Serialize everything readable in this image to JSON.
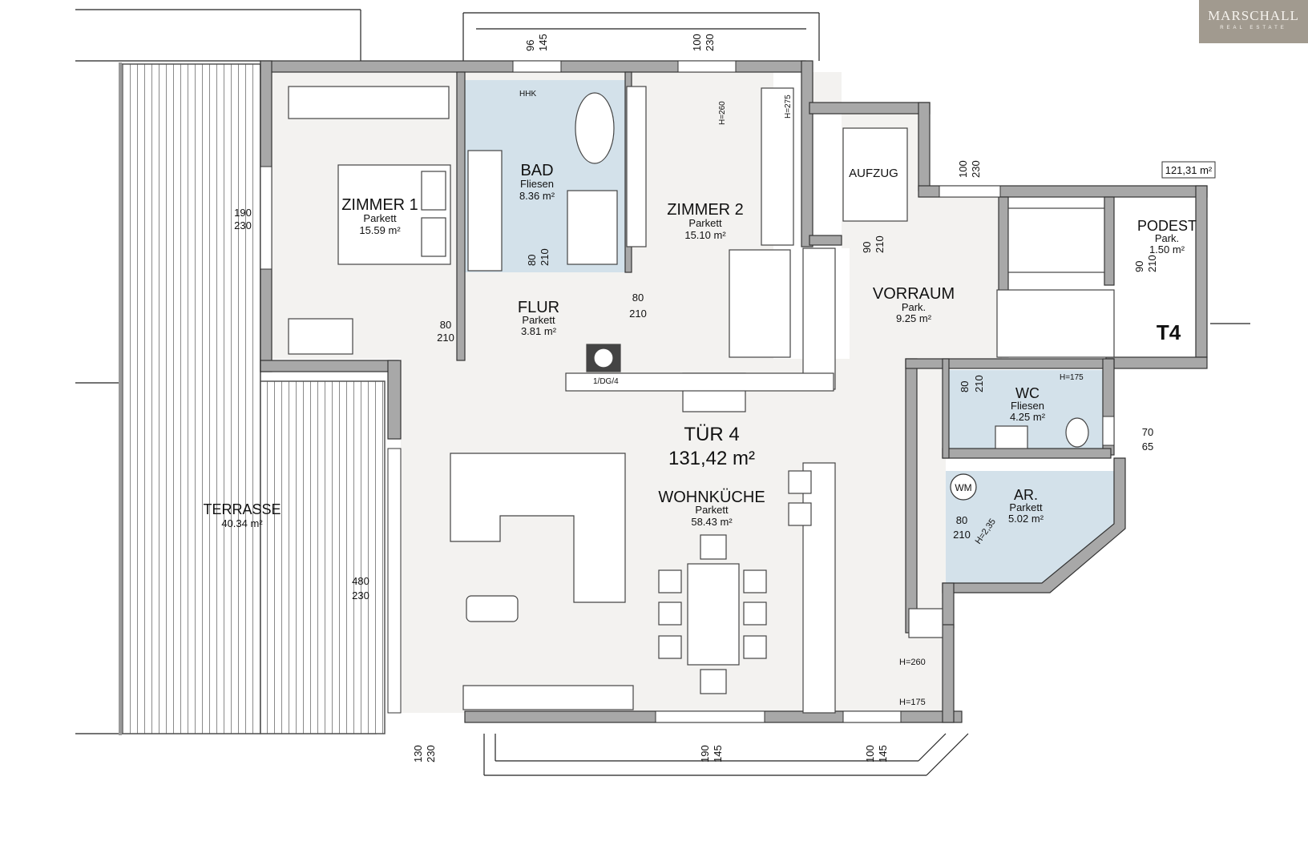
{
  "logo": {
    "brand": "MARSCHALL",
    "tagline": "REAL ESTATE"
  },
  "unit": {
    "name": "TÜR 4",
    "area": "131,42 m²"
  },
  "total_area_box": "121,31 m²",
  "stair_label": "T4",
  "door_code": "1/DG/4",
  "rooms": {
    "zimmer1": {
      "name": "ZIMMER 1",
      "floor": "Parkett",
      "area": "15.59 m²"
    },
    "zimmer2": {
      "name": "ZIMMER 2",
      "floor": "Parkett",
      "area": "15.10 m²"
    },
    "bad": {
      "name": "BAD",
      "floor": "Fliesen",
      "area": "8.36 m²"
    },
    "flur": {
      "name": "FLUR",
      "floor": "Parkett",
      "area": "3.81 m²"
    },
    "vorraum": {
      "name": "VORRAUM",
      "floor": "Park.",
      "area": "9.25 m²"
    },
    "podest": {
      "name": "PODEST",
      "floor": "Park.",
      "area": "1.50 m²"
    },
    "wc": {
      "name": "WC",
      "floor": "Fliesen",
      "area": "4.25 m²"
    },
    "ar": {
      "name": "AR.",
      "floor": "Parkett",
      "area": "5.02 m²"
    },
    "wohnkueche": {
      "name": "WOHNKÜCHE",
      "floor": "Parkett",
      "area": "58.43 m²"
    },
    "terrasse": {
      "name": "TERRASSE",
      "area": "40.34 m²"
    },
    "aufzug": {
      "name": "AUFZUG"
    }
  },
  "fixture_labels": {
    "hhk": "HHK",
    "wm": "WM",
    "h260_z2": "H=260",
    "h275": "H=275",
    "h175_wc": "H=175",
    "h235": "H=2,35",
    "h260_k": "H=260",
    "h175_k": "H=175"
  },
  "dimensions": {
    "bad_window": [
      "96",
      "145"
    ],
    "z2_window": [
      "100",
      "230"
    ],
    "z1_window": [
      "190",
      "230"
    ],
    "vorraum_window": [
      "100",
      "230"
    ],
    "bad_door": [
      "80",
      "210"
    ],
    "flur_door": [
      "80",
      "210"
    ],
    "z2_door": [
      "80",
      "210"
    ],
    "aufzug_door": [
      "90",
      "210"
    ],
    "podest_door": [
      "90",
      "210"
    ],
    "wc_door": [
      "80",
      "210"
    ],
    "wc_window": [
      "70",
      "65"
    ],
    "ar_door": [
      "80",
      "210"
    ],
    "wk_side_window": [
      "480",
      "230"
    ],
    "terrace_door": [
      "130",
      "230"
    ],
    "wk_window_1": [
      "190",
      "145"
    ],
    "wk_window_2": [
      "100",
      "145"
    ]
  }
}
